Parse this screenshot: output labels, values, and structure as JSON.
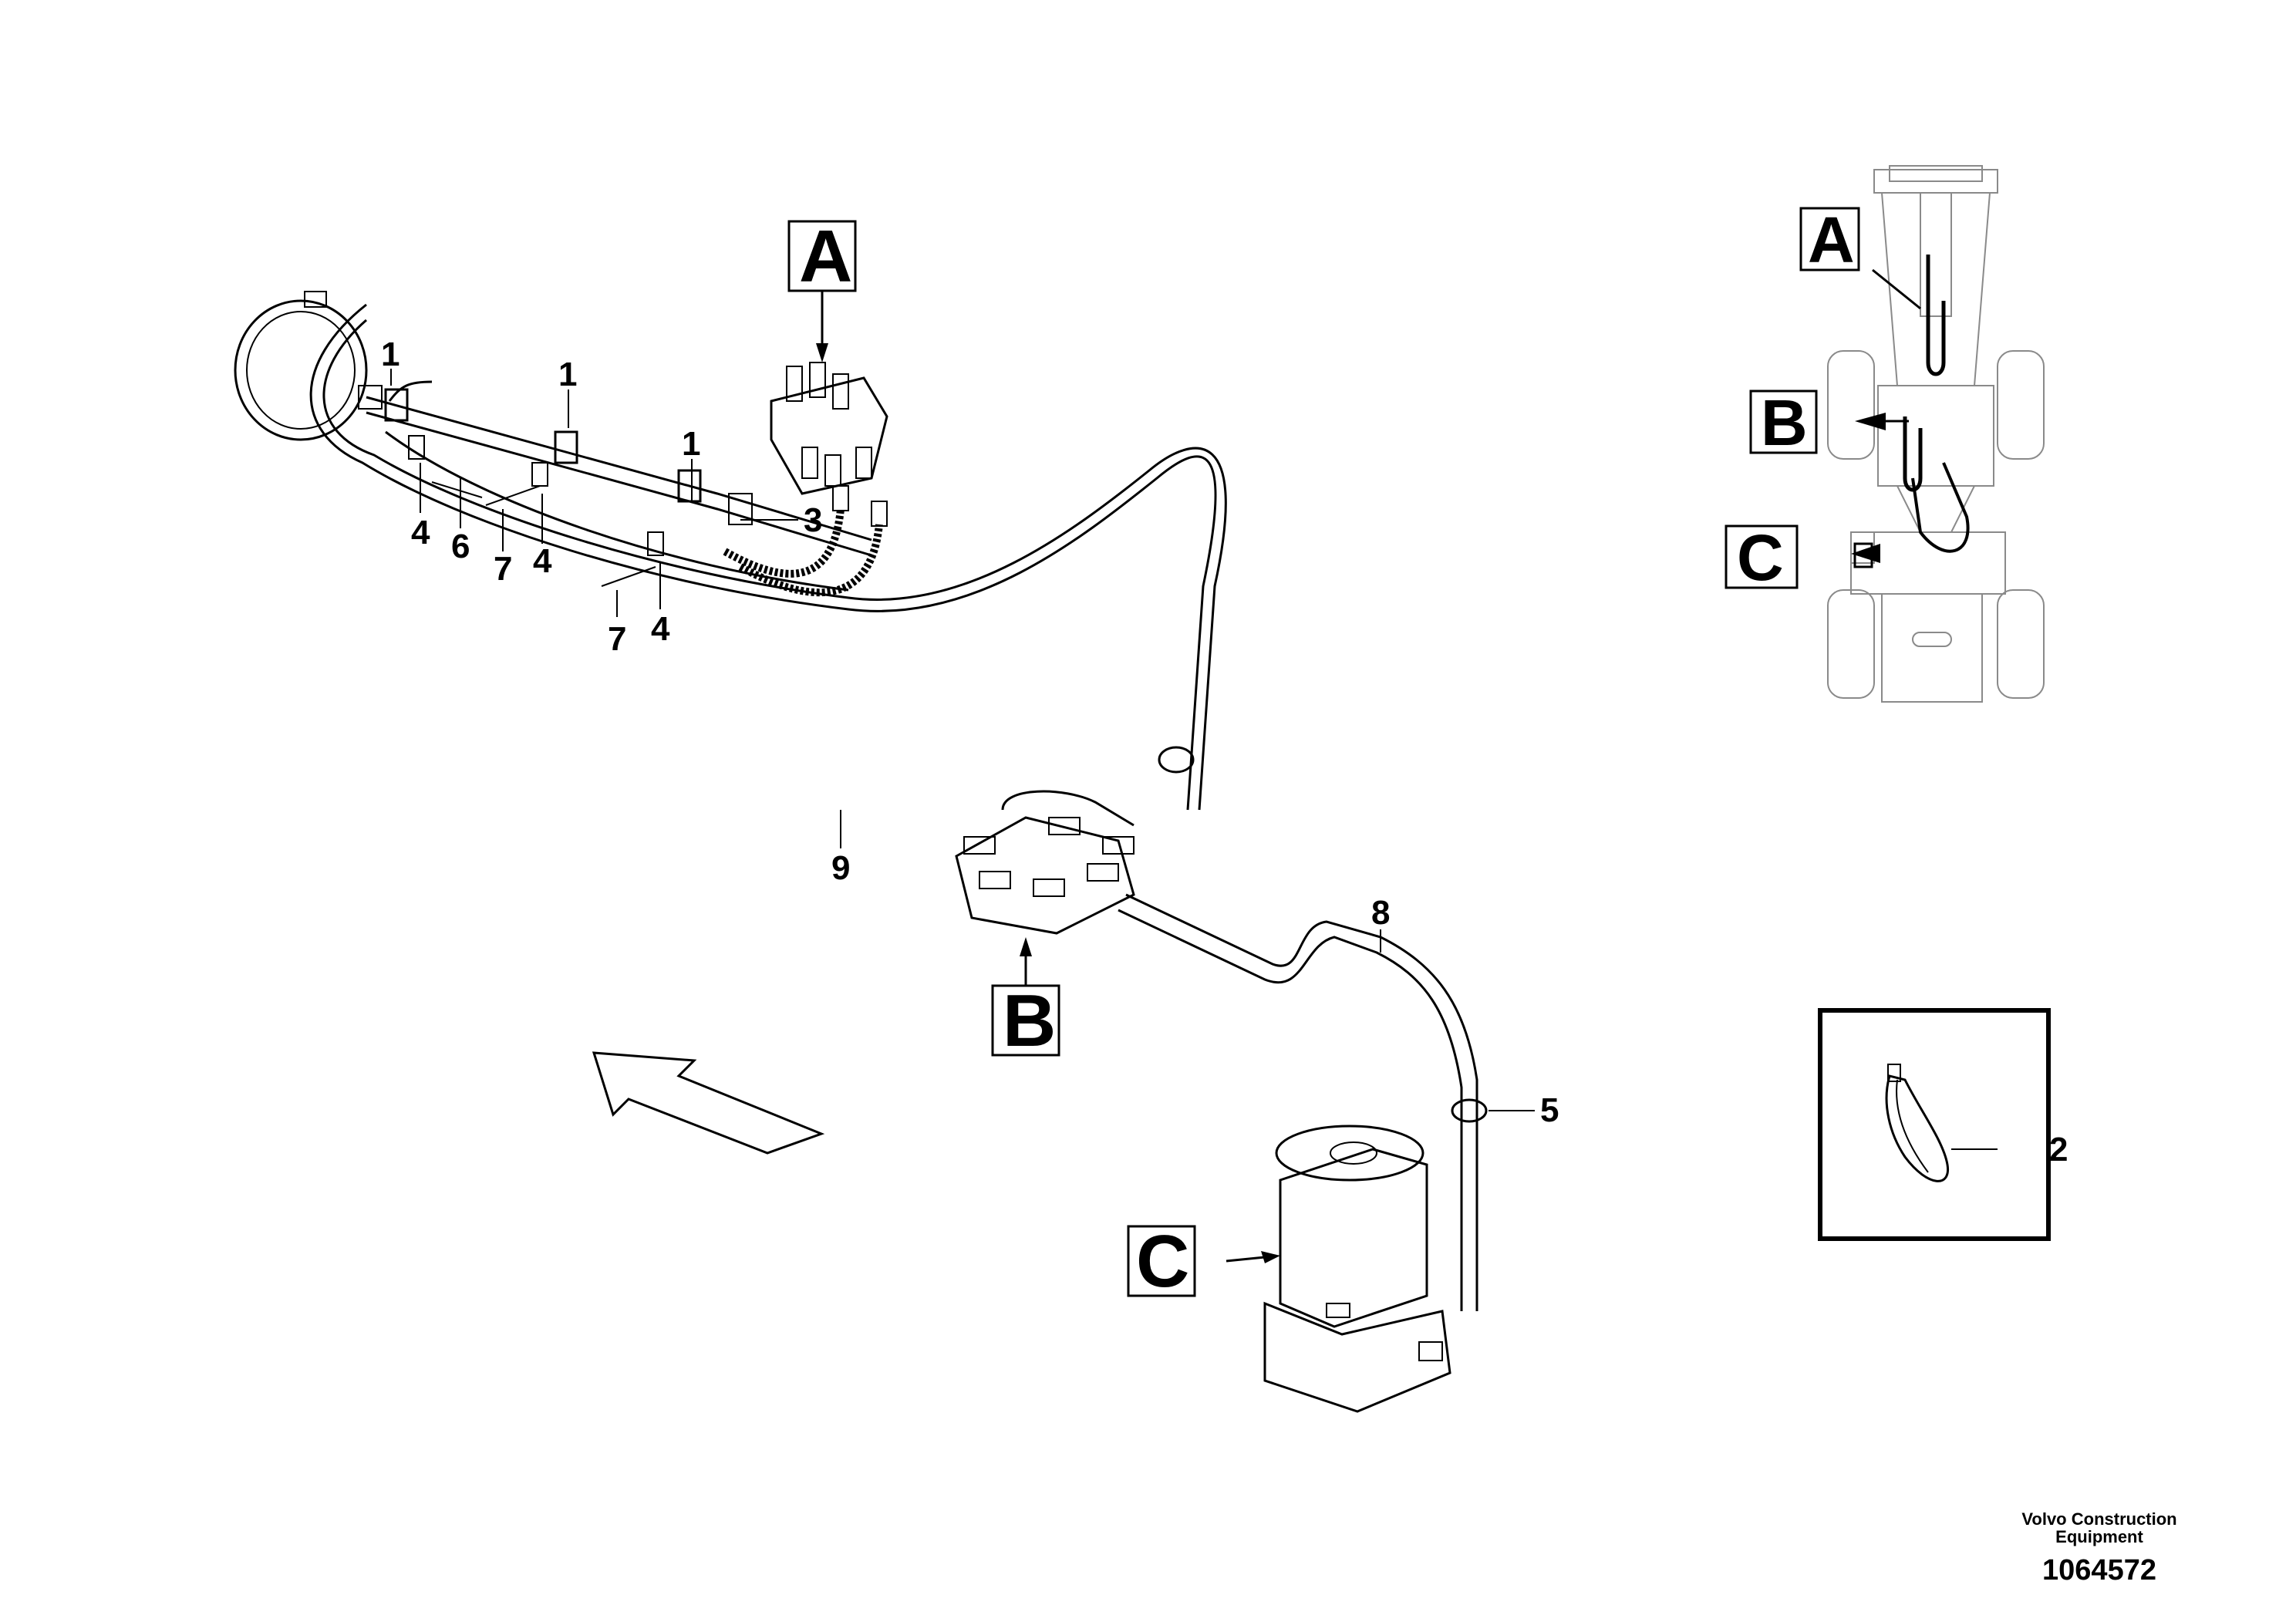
{
  "callouts": {
    "c1a": "1",
    "c1b": "1",
    "c1c": "1",
    "c2": "2",
    "c3": "3",
    "c4a": "4",
    "c4b": "4",
    "c4c": "4",
    "c5": "5",
    "c6": "6",
    "c7a": "7",
    "c7b": "7",
    "c8": "8",
    "c9": "9"
  },
  "refs": {
    "main_a": "A",
    "main_b": "B",
    "main_c": "C",
    "overview_a": "A",
    "overview_b": "B",
    "overview_c": "C"
  },
  "footer": {
    "brand_line1": "Volvo Construction",
    "brand_line2": "Equipment",
    "doc_number": "1064572"
  }
}
